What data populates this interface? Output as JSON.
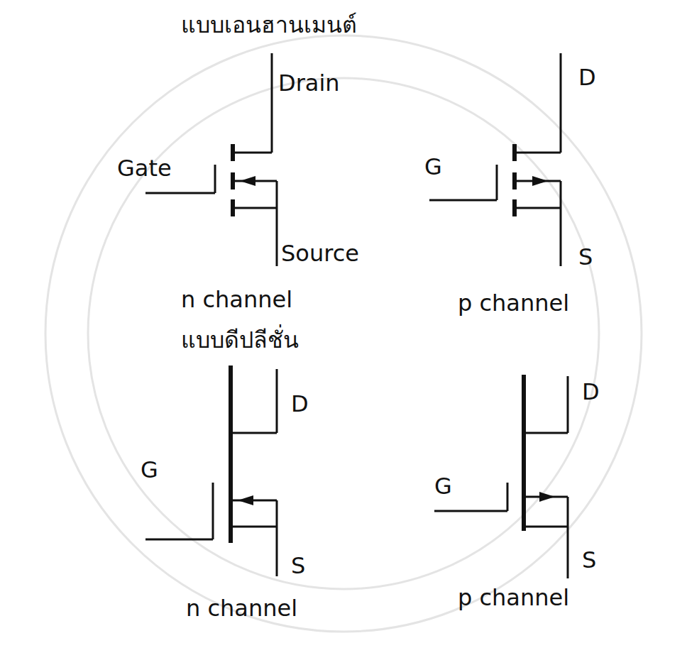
{
  "diagram": {
    "labels": [
      "แบบเอนฮานเมนต์",
      "Drain",
      "Gate",
      "Source",
      "n channel",
      "D",
      "G",
      "S",
      "p channel",
      "แบบดีปลีชั่น",
      "D",
      "G",
      "S",
      "n channel",
      "D",
      "G",
      "S",
      "p channel"
    ]
  }
}
